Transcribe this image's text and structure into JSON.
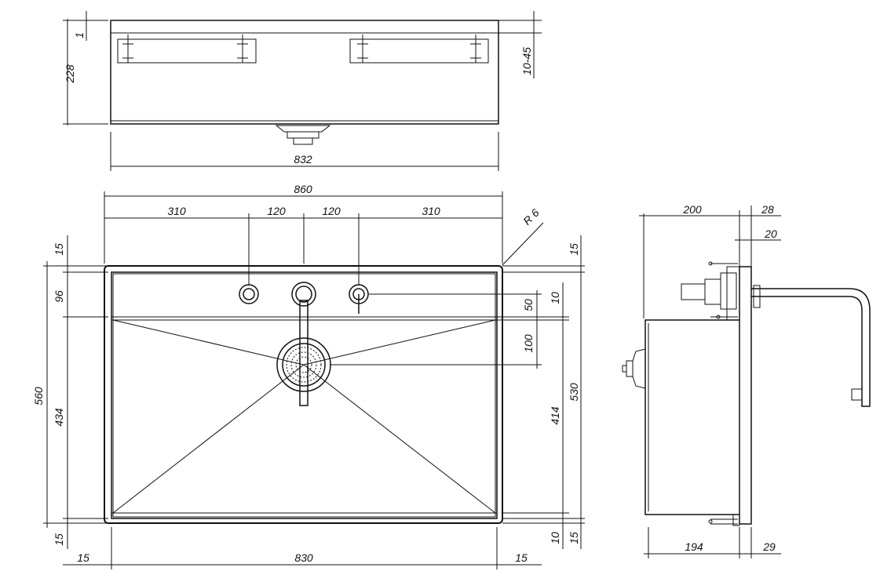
{
  "top_view": {
    "height_label": "228",
    "thickness_label": "1",
    "clamp_label": "10-45",
    "width_label": "832"
  },
  "front_view": {
    "overall_width": "860",
    "seg_left": "310",
    "seg_mid_left": "120",
    "seg_mid_right": "120",
    "seg_right": "310",
    "radius": "R 6",
    "left_15_top": "15",
    "left_96": "96",
    "left_560": "560",
    "left_434": "434",
    "left_15_bottom": "15",
    "right_15_top": "15",
    "right_10_top": "10",
    "right_50": "50",
    "right_100": "100",
    "right_530": "530",
    "right_414": "414",
    "right_10_bottom": "10",
    "right_15_bottom": "15",
    "bottom_15_left": "15",
    "bottom_830": "830",
    "bottom_15_right": "15"
  },
  "side_view": {
    "depth_200": "200",
    "flange_28": "28",
    "flange_20": "20",
    "bottom_194": "194",
    "bottom_29": "29"
  }
}
